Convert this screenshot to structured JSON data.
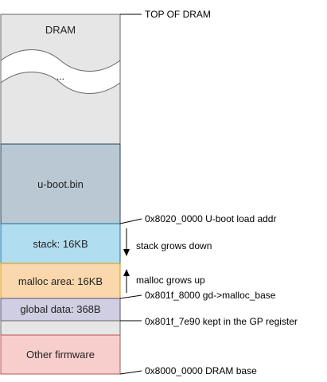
{
  "regions": {
    "dram": {
      "label": "DRAM",
      "ellipsis": "...",
      "fill": "#e6e6e6"
    },
    "uboot": {
      "label": "u-boot.bin",
      "fill": "#bac8d3"
    },
    "stack": {
      "label": "stack: 16KB",
      "fill": "#b1ddf0"
    },
    "malloc": {
      "label": "malloc area: 16KB",
      "fill": "#fad7ac"
    },
    "global": {
      "label": "global data: 368B",
      "fill": "#d0cee2"
    },
    "gap": {
      "fill": "#e6e6e6"
    },
    "firmware": {
      "label": "Other firmware",
      "fill": "#f8cecc"
    }
  },
  "annotations": {
    "top": "TOP OF DRAM",
    "uboot_load": "0x8020_0000 U-boot load addr",
    "stack_grows": "stack grows down",
    "malloc_grows": "malloc grows up",
    "malloc_base": "0x801f_8000 gd->malloc_base",
    "gp_register": "0x801f_7e90 kept in the GP register",
    "dram_base": "0x8000_0000 DRAM base"
  }
}
